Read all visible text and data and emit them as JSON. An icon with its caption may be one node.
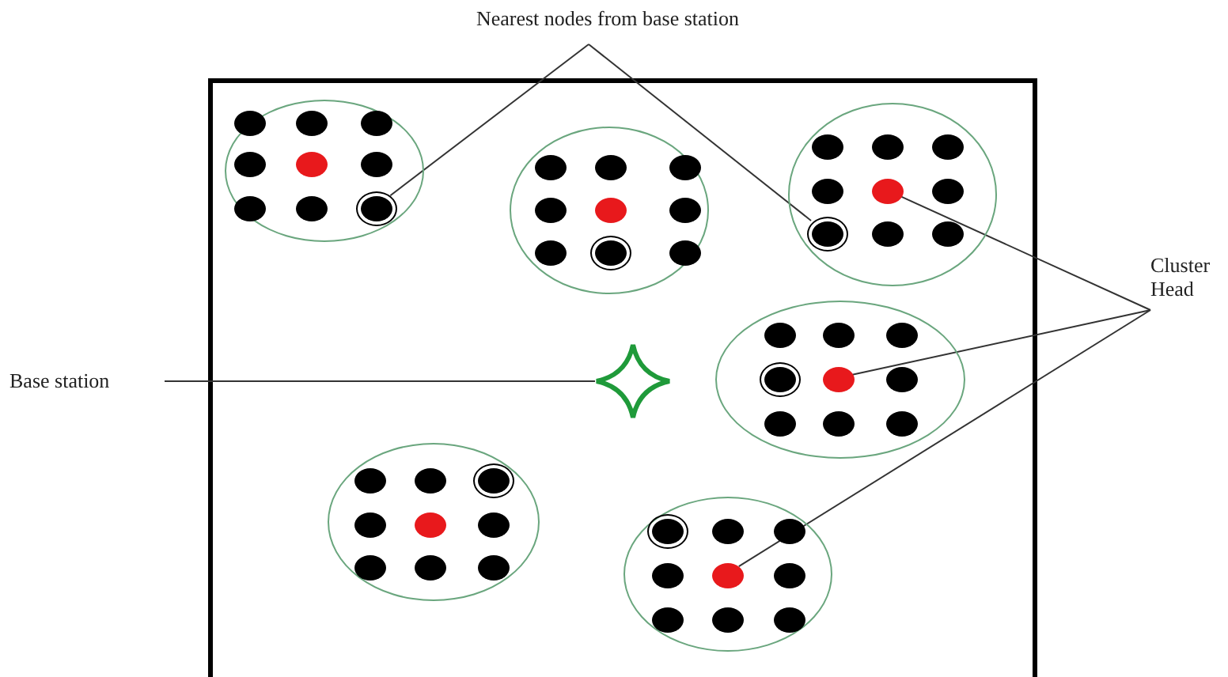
{
  "diagram": {
    "nodes": [
      {
        "text": [
          "Nearest nodes from base station"
        ]
      },
      {
        "text": [
          "Cluster Head"
        ]
      },
      {
        "text": [
          "Base station"
        ]
      },
      {
        "text": [],
        "shape": "star"
      },
      {
        "text": [],
        "shape": "ellipse"
      },
      {
        "text": [],
        "shape": "circle",
        "in": 4
      },
      {
        "text": [],
        "shape": "circle",
        "in": 4
      },
      {
        "text": [],
        "shape": "circle",
        "in": 4
      },
      {
        "text": [],
        "shape": "circle",
        "in": 4
      },
      {
        "text": [],
        "shape": "circle",
        "in": 4
      },
      {
        "text": [],
        "shape": "circle",
        "in": 4
      },
      {
        "text": [],
        "shape": "circle",
        "in": 4
      },
      {
        "text": [],
        "shape": "circle",
        "in": 4
      },
      {
        "text": [],
        "shape": "circle",
        "in": 4
      },
      {
        "text": [],
        "shape": "ellipse"
      },
      {
        "text": [],
        "shape": "circle",
        "in": 14
      },
      {
        "text": [],
        "shape": "circle",
        "in": 14
      },
      {
        "text": [],
        "shape": "circle",
        "in": 14
      },
      {
        "text": [],
        "shape": "circle",
        "in": 14
      },
      {
        "text": [],
        "shape": "circle",
        "in": 14
      },
      {
        "text": [],
        "shape": "circle",
        "in": 14
      },
      {
        "text": [],
        "shape": "circle",
        "in": 14
      },
      {
        "text": [],
        "shape": "circle",
        "in": 14
      },
      {
        "text": [],
        "shape": "circle",
        "in": 14
      },
      {
        "text": [],
        "shape": "ellipse"
      },
      {
        "text": [],
        "shape": "circle",
        "in": 24
      },
      {
        "text": [],
        "shape": "circle",
        "in": 24
      },
      {
        "text": [],
        "shape": "circle",
        "in": 24
      },
      {
        "text": [],
        "shape": "circle",
        "in": 24
      },
      {
        "text": [],
        "shape": "circle",
        "in": 24
      },
      {
        "text": [],
        "shape": "circle",
        "in": 24
      },
      {
        "text": [],
        "shape": "circle",
        "in": 24
      },
      {
        "text": [],
        "shape": "circle",
        "in": 24
      },
      {
        "text": [],
        "shape": "circle",
        "in": 24
      },
      {
        "text": [],
        "shape": "ellipse"
      },
      {
        "text": [],
        "shape": "circle",
        "in": 34
      },
      {
        "text": [],
        "shape": "circle",
        "in": 34
      },
      {
        "text": [],
        "shape": "circle",
        "in": 34
      },
      {
        "text": [],
        "shape": "circle",
        "in": 34
      },
      {
        "text": [],
        "shape": "circle",
        "in": 34
      },
      {
        "text": [],
        "shape": "circle",
        "in": 34
      },
      {
        "text": [],
        "shape": "circle",
        "in": 34
      },
      {
        "text": [],
        "shape": "circle",
        "in": 34
      },
      {
        "text": [],
        "shape": "circle",
        "in": 34
      },
      {
        "text": [],
        "shape": "ellipse"
      },
      {
        "text": [],
        "shape": "circle",
        "in": 44
      },
      {
        "text": [],
        "shape": "circle",
        "in": 44
      },
      {
        "text": [],
        "shape": "circle",
        "in": 44
      },
      {
        "text": [],
        "shape": "circle",
        "in": 44
      },
      {
        "text": [],
        "shape": "circle",
        "in": 44
      },
      {
        "text": [],
        "shape": "circle",
        "in": 44
      },
      {
        "text": [],
        "shape": "circle",
        "in": 44
      },
      {
        "text": [],
        "shape": "circle",
        "in": 44
      },
      {
        "text": [],
        "shape": "circle",
        "in": 44
      },
      {
        "text": [],
        "shape": "ellipse"
      },
      {
        "text": [],
        "shape": "circle",
        "in": 54
      },
      {
        "text": [],
        "shape": "circle",
        "in": 54
      },
      {
        "text": [],
        "shape": "circle",
        "in": 54
      },
      {
        "text": [],
        "shape": "circle",
        "in": 54
      },
      {
        "text": [],
        "shape": "circle",
        "in": 54
      },
      {
        "text": [],
        "shape": "circle",
        "in": 54
      },
      {
        "text": [],
        "shape": "circle",
        "in": 54
      },
      {
        "text": [],
        "shape": "circle",
        "in": 54
      },
      {
        "text": [],
        "shape": "circle",
        "in": 54
      }
    ],
    "edges": [
      {
        "from": 0,
        "to": 13,
        "arrow": "none"
      },
      {
        "from": 0,
        "to": 31,
        "arrow": "none"
      },
      {
        "from": 1,
        "to": 29,
        "arrow": "none"
      },
      {
        "from": 1,
        "to": 39,
        "arrow": "none"
      },
      {
        "from": 1,
        "to": 59,
        "arrow": "none"
      },
      {
        "from": 2,
        "to": 3,
        "arrow": "none"
      }
    ]
  }
}
